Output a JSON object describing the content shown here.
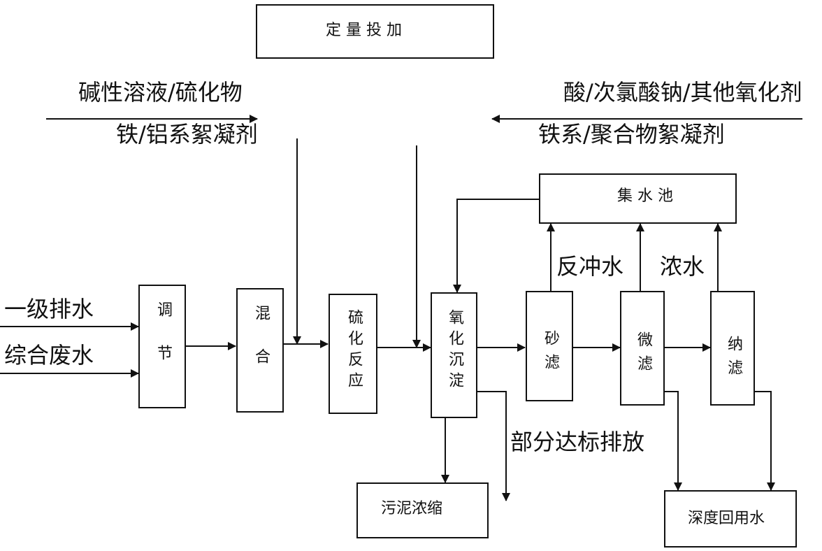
{
  "top_box": {
    "label": "定 量 投 加"
  },
  "left_inputs": {
    "primary_effluent": "一级排水",
    "combined_wastewater": "综合废水"
  },
  "reagents_left": {
    "line1": "碱性溶液/硫化物",
    "line2": "铁/铝系絮凝剂"
  },
  "reagents_right": {
    "line1": "酸/次氯酸钠/其他氧化剂",
    "line2": "铁系/聚合物絮凝剂"
  },
  "process_units": {
    "adjust": "调节",
    "mix": "混合",
    "sulfide_reaction": "硫化反应",
    "oxidation_settling": "氧化沉淀",
    "sand_filter": "砂滤",
    "micro_filter": "微滤",
    "nano_filter": "纳滤"
  },
  "collection_tank": "集 水 池",
  "backwash_water": "反冲水",
  "concentrate": "浓水",
  "partial_discharge": "部分达标排放",
  "sludge_thickening": "污泥浓缩",
  "deep_reuse": "深度回用水"
}
